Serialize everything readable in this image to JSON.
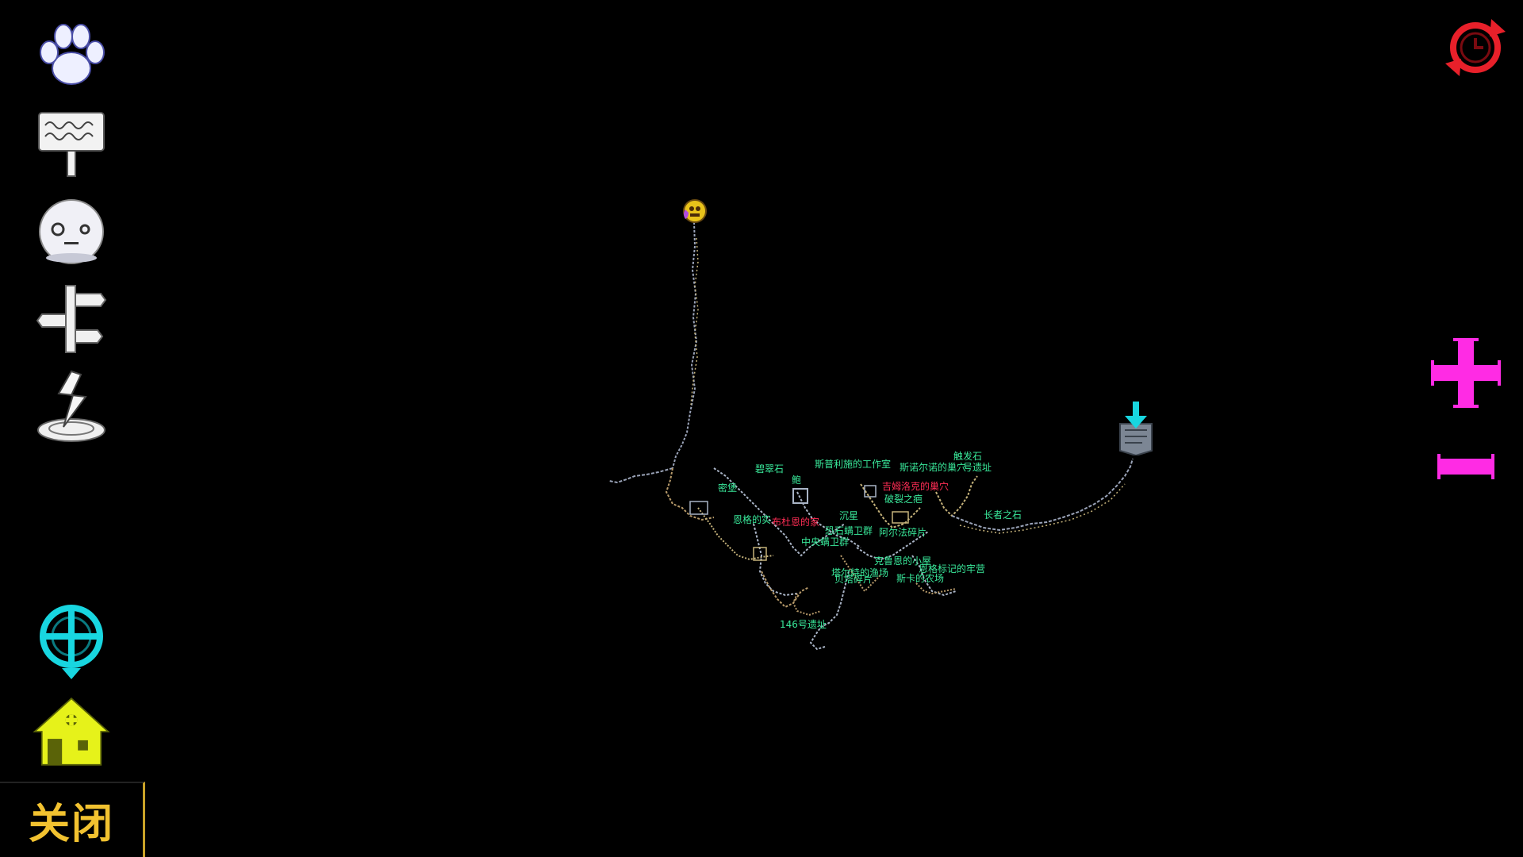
{
  "toolbar": {
    "tools": [
      {
        "icon": "paw-icon"
      },
      {
        "icon": "signpost-icon"
      },
      {
        "icon": "face-icon"
      },
      {
        "icon": "direction-sign-icon"
      },
      {
        "icon": "lightning-pad-icon"
      },
      {
        "icon": "crosshair-locate-icon"
      },
      {
        "icon": "home-icon"
      }
    ],
    "close_label": "关闭"
  },
  "controls": {
    "refresh_icon": "refresh-icon",
    "zoom_in_icon": "plus-icon",
    "zoom_out_icon": "minus-icon"
  },
  "colors": {
    "background": "#000000",
    "label_green": "#39e89a",
    "label_red": "#ff2d55",
    "close_text": "#f2c230",
    "zoom_color": "#ff2be4",
    "locate_color": "#18d6e0",
    "home_color": "#e6f21a",
    "refresh_color": "#e8202a"
  },
  "map": {
    "labels": {
      "bicuishi": "碧翠石",
      "spurit_workshop": "斯普利施的工作室",
      "snorri_nest": "斯诺尔诺的巢穴",
      "site_no": "号遗址",
      "trigger_stone": "触发石",
      "secret_fort": "密堡",
      "bao": "鲍",
      "jim_nest": "吉姆洛克的巢穴",
      "crack_scar": "破裂之疤",
      "enge_real": "恩格的实",
      "budu_home": "布杜恩的家",
      "sunken_star": "沉星",
      "dinosaur_guard": "恐石螨卫群",
      "fashi_fragment": "阿尔法碎片",
      "elder_stone": "长者之石",
      "central_guard": "中央螨卫群",
      "kruen_hut": "克鲁恩的小屋",
      "enge_marked_camp": "恩格标记的牢营",
      "fishing_site": "塔尔特的渔场",
      "beta_fragment": "贝塔碎片",
      "ska_farm": "斯卡的农场",
      "site_146": "146号遗址"
    }
  }
}
